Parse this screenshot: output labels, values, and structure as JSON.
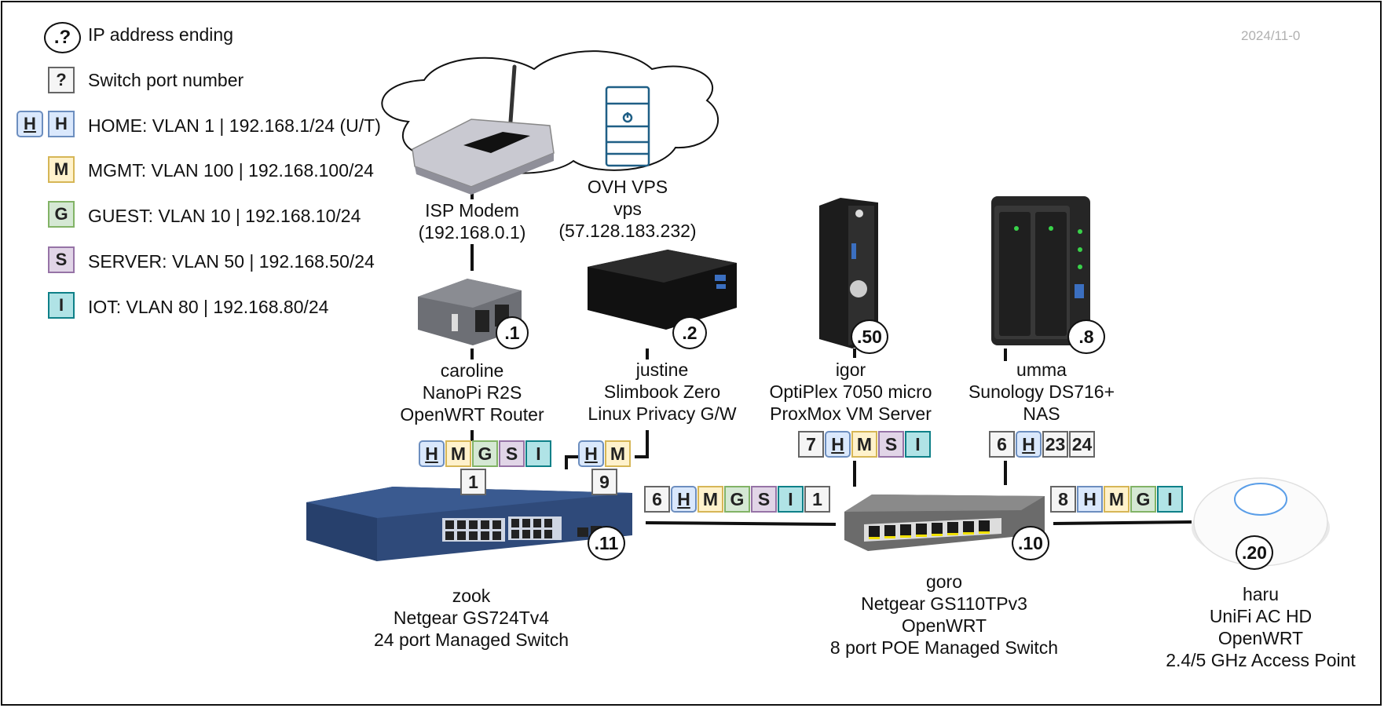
{
  "date": "2024/11-0",
  "legend": {
    "ip": {
      "symbol": ".?",
      "text": "IP address ending"
    },
    "port": {
      "symbol": "?",
      "text": "Switch port number"
    },
    "home": {
      "symbol": "H",
      "text": "HOME: VLAN 1 | 192.168.1/24 (U/T)"
    },
    "mgmt": {
      "symbol": "M",
      "text": "MGMT: VLAN 100 | 192.168.100/24"
    },
    "guest": {
      "symbol": "G",
      "text": "GUEST: VLAN 10 | 192.168.10/24"
    },
    "server": {
      "symbol": "S",
      "text": "SERVER: VLAN 50 | 192.168.50/24"
    },
    "iot": {
      "symbol": "I",
      "text": "IOT: VLAN 80 | 192.168.80/24"
    }
  },
  "colors": {
    "home": "#dae8fc",
    "mgmt": "#fff2cc",
    "guest": "#d5e8d4",
    "server": "#e1d5e7",
    "iot": "#b0e3e6",
    "port": "#f5f5f5",
    "switch_blue": "#2f4a7a",
    "vps_outline": "#1f5f86"
  },
  "nodes": {
    "isp_modem": {
      "line1": "ISP Modem",
      "line2": "(192.168.0.1)"
    },
    "ovh_vps": {
      "line1": "OVH VPS",
      "line2": "vps",
      "line3": "(57.128.183.232)"
    },
    "caroline": {
      "ip": ".1",
      "line1": "caroline",
      "line2": "NanoPi R2S",
      "line3": "OpenWRT Router"
    },
    "justine": {
      "ip": ".2",
      "line1": "justine",
      "line2": "Slimbook Zero",
      "line3": "Linux Privacy G/W"
    },
    "igor": {
      "ip": ".50",
      "line1": "igor",
      "line2": "OptiPlex 7050 micro",
      "line3": "ProxMox VM Server"
    },
    "umma": {
      "ip": ".8",
      "line1": "umma",
      "line2": "Sunology DS716+",
      "line3": "NAS"
    },
    "zook": {
      "ip": ".11",
      "line1": "zook",
      "line2": "Netgear GS724Tv4",
      "line3": "24 port Managed Switch"
    },
    "goro": {
      "ip": ".10",
      "line1": "goro",
      "line2": "Netgear GS110TPv3",
      "line3": "OpenWRT",
      "line4": "8 port POE Managed Switch"
    },
    "haru": {
      "ip": ".20",
      "line1": "haru",
      "line2": "UniFi AC HD",
      "line3": "OpenWRT",
      "line4": "2.4/5 GHz Access Point"
    }
  },
  "ports": {
    "zook_caroline": "1",
    "zook_justine": "9",
    "zook_goro_left": "6",
    "zook_goro_right": "1",
    "goro_igor": "7",
    "goro_umma": "6",
    "umma_extra_1": "23",
    "umma_extra_2": "24",
    "goro_haru": "8"
  },
  "vlans": {
    "H": "H",
    "M": "M",
    "G": "G",
    "S": "S",
    "I": "I"
  }
}
